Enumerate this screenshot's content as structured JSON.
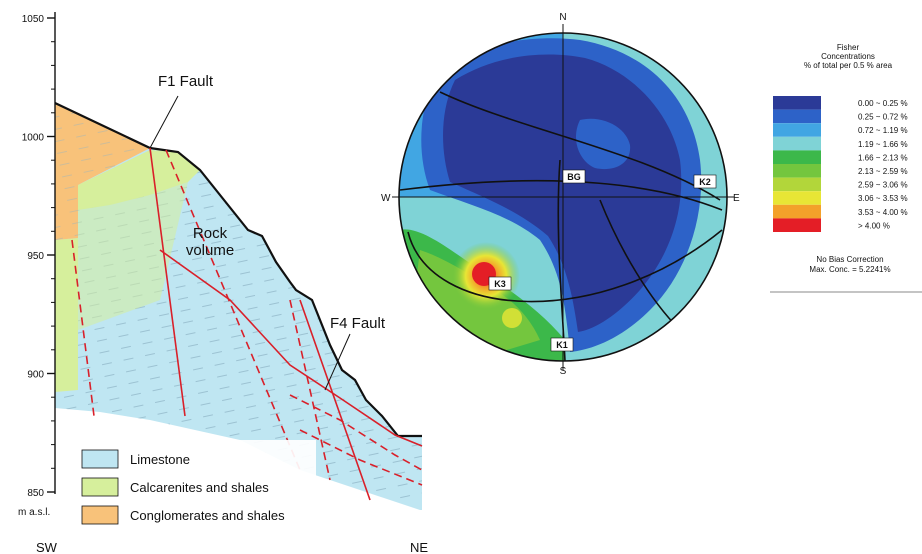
{
  "cross_section": {
    "y_axis": {
      "ticks": [
        {
          "value": 1050,
          "label": "1050"
        },
        {
          "value": 1000,
          "label": "1000"
        },
        {
          "value": 950,
          "label": "950"
        },
        {
          "value": 900,
          "label": "900"
        },
        {
          "value": 850,
          "label": "850"
        }
      ],
      "unit_label": "m a.s.l."
    },
    "labels": {
      "f1_fault": "F1 Fault",
      "f4_fault": "F4 Fault",
      "rock_volume": "Rock\nvolume",
      "sw": "SW",
      "ne": "NE"
    },
    "legend": [
      {
        "label": "Limestone",
        "color": "#bfe6f2"
      },
      {
        "label": "Calcarenites and shales",
        "color": "#d6ef9c"
      },
      {
        "label": "Conglomerates and shales",
        "color": "#f8c27a"
      }
    ],
    "colors": {
      "fault": "#d9202a",
      "outline": "#111111"
    }
  },
  "stereonet": {
    "directions": {
      "n": "N",
      "s": "S",
      "e": "E",
      "w": "W"
    },
    "points": [
      "BG",
      "K1",
      "K2",
      "K3"
    ]
  },
  "fisher_legend": {
    "title": "Fisher\nConcentrations\n% of total per 0.5 % area",
    "items": [
      {
        "label": "0.00 ~  0.25 %",
        "color": "#2b3a97"
      },
      {
        "label": "0.25 ~  0.72 %",
        "color": "#2d62c8"
      },
      {
        "label": "0.72 ~  1.19 %",
        "color": "#41a6e3"
      },
      {
        "label": "1.19 ~  1.66 %",
        "color": "#7fd3d6"
      },
      {
        "label": "1.66 ~  2.13 %",
        "color": "#3cb84a"
      },
      {
        "label": "2.13 ~  2.59 %",
        "color": "#74c63e"
      },
      {
        "label": "2.59 ~  3.06 %",
        "color": "#b2d63a"
      },
      {
        "label": "3.06 ~  3.53 %",
        "color": "#e8e635"
      },
      {
        "label": "3.53 ~  4.00 %",
        "color": "#f3a12a"
      },
      {
        "label": "> 4.00 %",
        "color": "#e41e26"
      }
    ],
    "note": "No Bias Correction",
    "max_conc": "Max. Conc. = 5.2241%"
  }
}
